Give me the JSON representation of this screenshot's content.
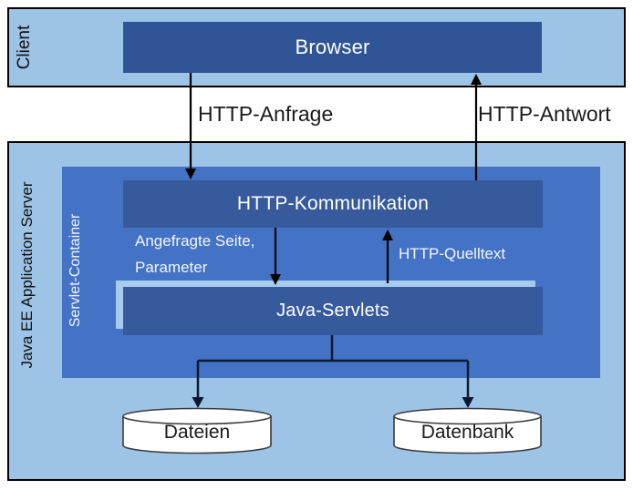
{
  "diagram": {
    "title_hint": "Java EE servlet architecture diagram",
    "lanes": {
      "client": {
        "label": "Client"
      },
      "server": {
        "label": "Java EE Application Server"
      },
      "servlet_container": {
        "label": "Servlet-Container"
      }
    },
    "boxes": {
      "browser": {
        "label": "Browser"
      },
      "http_communication": {
        "label": "HTTP-Kommunikation"
      },
      "java_servlets": {
        "label": "Java-Servlets"
      }
    },
    "flows": {
      "http_request": {
        "label": "HTTP-Anfrage",
        "direction": "down"
      },
      "http_response": {
        "label": "HTTP-Antwort",
        "direction": "up"
      },
      "requested_page": {
        "label_line1": "Angefragte Seite,",
        "label_line2": "Parameter",
        "direction": "down"
      },
      "http_source": {
        "label": "HTTP-Quelltext",
        "direction": "up"
      }
    },
    "datastores": {
      "files": {
        "label": "Dateien",
        "shape": "cylinder"
      },
      "database": {
        "label": "Datenbank",
        "shape": "cylinder"
      }
    },
    "colors": {
      "lane_fill": "#9DC3E6",
      "lane_border": "#000000",
      "container_fill": "#4472C4",
      "browser_box_fill": "#2F5597",
      "inner_box_fill": "#365A9C",
      "shadow_rect_fill": "#A7CBEC",
      "box_text": "#FFFFFF",
      "arrow": "#000000",
      "cylinder_fill": "#FFFFFF",
      "cylinder_stroke": "#3A3A3A"
    }
  }
}
